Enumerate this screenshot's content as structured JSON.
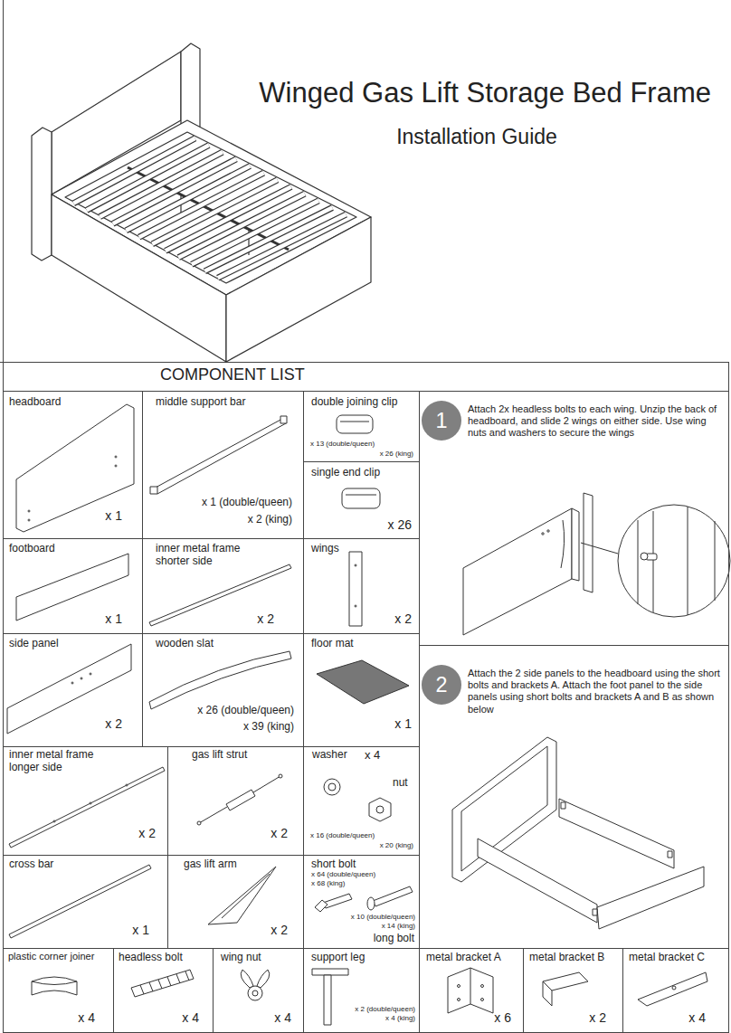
{
  "diagram": {
    "title": "Winged Gas Lift Storage Bed Frame",
    "nodes": [
      {
        "text": [
          "headboard",
          "x 1"
        ]
      },
      {
        "text": [
          "middle support bar",
          "x 1 (double/queen)",
          "x 2 (king)"
        ]
      },
      {
        "text": [
          "double joining clip",
          "x 13 (double/queen)",
          "x 26 (king)"
        ]
      },
      {
        "text": [
          "single end clip",
          "x 26"
        ]
      },
      {
        "text": [
          "footboard",
          "x 1"
        ]
      },
      {
        "text": [
          "inner metal frame shorter side",
          "x 2"
        ]
      },
      {
        "text": [
          "wings",
          "x 2"
        ]
      },
      {
        "text": [
          "side panel",
          "x 2"
        ]
      },
      {
        "text": [
          "wooden slat",
          "x 26 (double/queen)",
          "x 39 (king)"
        ]
      },
      {
        "text": [
          "floor mat",
          "x 1"
        ]
      },
      {
        "text": [
          "inner metal frame longer side",
          "x 2"
        ]
      },
      {
        "text": [
          "gas lift strut",
          "x 2"
        ]
      },
      {
        "text": [
          "washer",
          "x 4",
          "nut",
          "x 16 (double/queen)",
          "x 20 (king)"
        ]
      },
      {
        "text": [
          "cross bar",
          "x 1"
        ]
      },
      {
        "text": [
          "gas lift arm",
          "x 2"
        ]
      },
      {
        "text": [
          "short bolt",
          "x 64 (double/queen)",
          "x 68 (king)",
          "x 10 (double/queen)",
          "x 14 (king)",
          "long bolt"
        ]
      },
      {
        "text": [
          "plastic corner joiner",
          "x 4"
        ]
      },
      {
        "text": [
          "headless bolt",
          "x 4"
        ]
      },
      {
        "text": [
          "wing nut",
          "x 4"
        ]
      },
      {
        "text": [
          "support leg",
          "x 2 (double/queen)",
          "x 4 (king)"
        ]
      },
      {
        "text": [
          "metal bracket A",
          "x 6"
        ]
      },
      {
        "text": [
          "metal bracket B",
          "x 2"
        ]
      },
      {
        "text": [
          "metal bracket C",
          "x 4"
        ]
      },
      {
        "text": [
          "Attach 2x headless bolts to each wing. Unzip the back of headboard, and slide 2 wings on either side. Use wing nuts and washers to secure the wings"
        ]
      },
      {
        "text": [
          "1"
        ],
        "in": 23
      },
      {
        "text": [
          "Attach the 2 side panels to the headboard using the short bolts and brackets A. Attach the foot panel to the side panels using short bolts and brackets A and B as shown below"
        ]
      },
      {
        "text": [
          "2"
        ],
        "in": 25
      }
    ],
    "labels": [
      "Installation Guide",
      "COMPONENT LIST"
    ]
  }
}
